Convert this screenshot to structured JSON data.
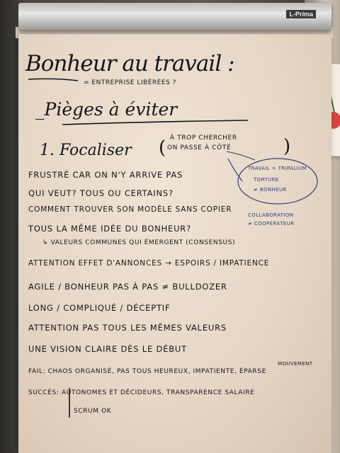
{
  "poster": {
    "clip_brand": "L-Prima",
    "title": "Bonheur au travail :",
    "subtitle": "= ENTREPRISE LIBÉRÉES ?",
    "section_title": "_Pièges à éviter",
    "item1_heading": "1. Focaliser",
    "item1_aside_line1": "À TROP CHERCHER",
    "item1_aside_line2": "ON PASSE À CÔTÉ",
    "bubble_line1": "TRAVAIL = TRIPALIUM",
    "bubble_line2": "TORTURE",
    "bubble_line3": "≠ BONHEUR",
    "lines": [
      "FRUSTRÉ CAR ON N'Y ARRIVE PAS",
      "QUI VEUT?  TOUS OU CERTAINS?",
      "COMMENT TROUVER SON MODÈLE SANS COPIER",
      "TOUS LA MÊME IDÉE DU BONHEUR?",
      "↳ VALEURS COMMUNES QUI ÉMERGENT (CONSENSUS)",
      "ATTENTION EFFET D'ANNONCES → ESPOIRS / IMPATIENCE",
      "AGILE / BONHEUR  PAS À PAS ≠ BULLDOZER",
      "LONG / COMPLIQUÉ / DÉCEPTIF",
      "ATTENTION PAS TOUS LES MÊMES VALEURS",
      "UNE VISION CLAIRE DÈS LE DÉBUT",
      "FAIL:  CHAOS ORGANISÉ, PAS TOUS HEUREUX, IMPATIENTE, ÉPARSE",
      "SUCCÈS: AUTONOMES ET DÉCIDEURS, TRANSPARENCE SALAIRE",
      "SCRUM OK"
    ],
    "collab_line1": "COLLABORATION",
    "collab_line2": "≠ COOPÉRATEUR",
    "mouvement_note": "MOUVEMENT"
  }
}
